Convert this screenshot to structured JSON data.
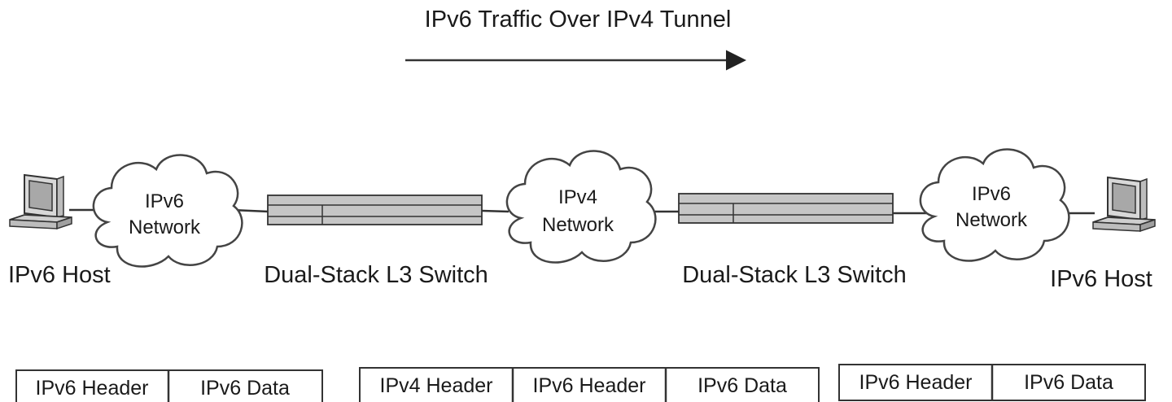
{
  "title": "IPv6 Traffic Over IPv4 Tunnel",
  "nodes": {
    "left_host": "IPv6 Host",
    "left_cloud": [
      "IPv6",
      "Network"
    ],
    "left_switch": "Dual-Stack L3 Switch",
    "middle_cloud": [
      "IPv4",
      "Network"
    ],
    "right_switch": "Dual-Stack L3 Switch",
    "right_cloud": [
      "IPv6",
      "Network"
    ],
    "right_host": "IPv6 Host"
  },
  "packets": {
    "left": [
      "IPv6 Header",
      "IPv6 Data"
    ],
    "middle": [
      "IPv4 Header",
      "IPv6 Header",
      "IPv6 Data"
    ],
    "right": [
      "IPv6 Header",
      "IPv6 Data"
    ]
  }
}
